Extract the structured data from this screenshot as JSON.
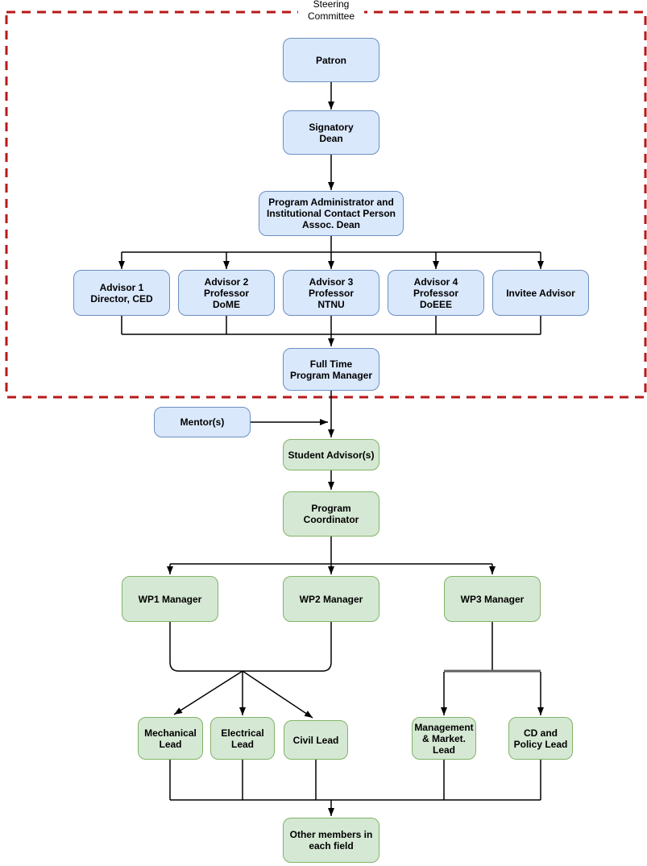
{
  "diagram": {
    "title": "Steering\nCommittee"
  },
  "colors": {
    "blue_fill": "#dae8fc",
    "blue_border": "#6c8ebf",
    "green_fill": "#d5e8d4",
    "green_border": "#82b366",
    "dashed": "#b81919",
    "line": "#000000",
    "thick_line": "#616161",
    "text": "#000000",
    "background": "#ffffff"
  },
  "nodes": {
    "patron": {
      "label": "Patron"
    },
    "signatory_dean": {
      "label": "Signatory\nDean"
    },
    "program_admin": {
      "label": "Program Administrator and\nInstitutional Contact Person\nAssoc. Dean"
    },
    "advisor1": {
      "label": "Advisor 1\nDirector, CED"
    },
    "advisor2": {
      "label": "Advisor 2\nProfessor\nDoME"
    },
    "advisor3": {
      "label": "Advisor 3\nProfessor\nNTNU"
    },
    "advisor4": {
      "label": "Advisor 4\nProfessor\nDoEEE"
    },
    "invitee_advisor": {
      "label": "Invitee Advisor"
    },
    "full_time_program_manager": {
      "label": "Full Time\nProgram Manager"
    },
    "mentors": {
      "label": "Mentor(s)"
    },
    "student_advisors": {
      "label": "Student Advisor(s)"
    },
    "program_coordinator": {
      "label": "Program\nCoordinator"
    },
    "wp1_manager": {
      "label": "WP1 Manager"
    },
    "wp2_manager": {
      "label": "WP2 Manager"
    },
    "wp3_manager": {
      "label": "WP3 Manager"
    },
    "mechanical_lead": {
      "label": "Mechanical\nLead"
    },
    "electrical_lead": {
      "label": "Electrical\nLead"
    },
    "civil_lead": {
      "label": "Civil Lead"
    },
    "management_marketing_lead": {
      "label": "Management\n& Market.\nLead"
    },
    "cd_policy_lead": {
      "label": "CD and\nPolicy Lead"
    },
    "other_members": {
      "label": "Other members in\neach field"
    }
  }
}
